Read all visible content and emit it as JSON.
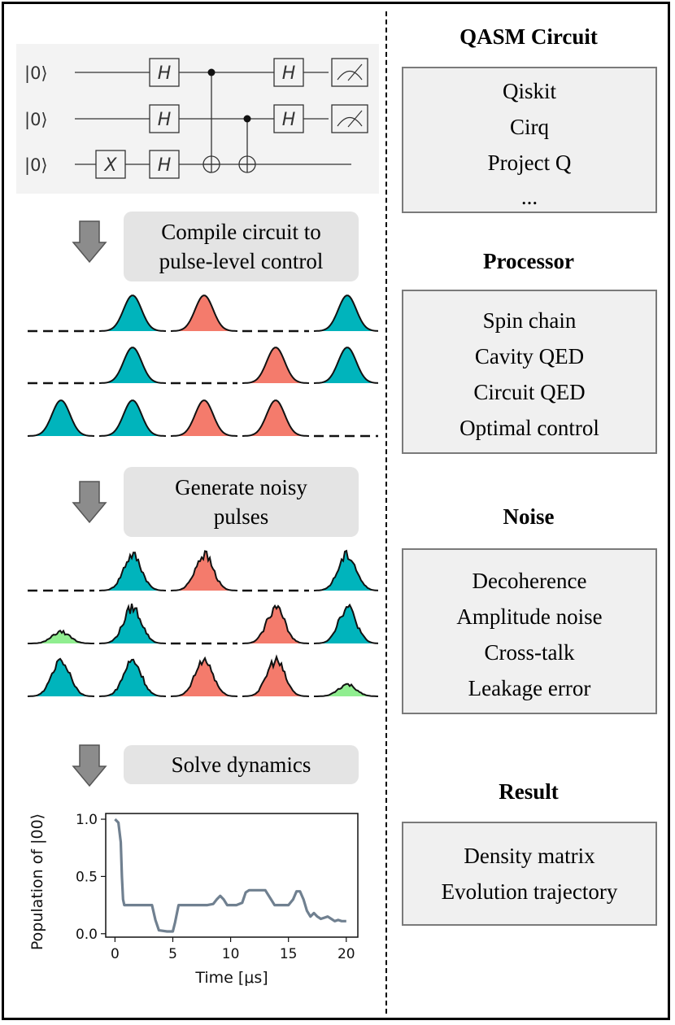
{
  "circuit": {
    "qubit_labels": [
      "|0⟩",
      "|0⟩",
      "|0⟩"
    ],
    "gate_h": "H",
    "gate_x": "X"
  },
  "steps": {
    "compile": [
      "Compile circuit to",
      "pulse-level control"
    ],
    "noise": [
      "Generate noisy",
      "pulses"
    ],
    "solve": [
      "Solve dynamics"
    ]
  },
  "sections": {
    "qasm": {
      "title": "QASM Circuit",
      "items": [
        "Qiskit",
        "Cirq",
        "Project Q",
        "..."
      ]
    },
    "processor": {
      "title": "Processor",
      "items": [
        "Spin chain",
        "Cavity QED",
        "Circuit QED",
        "Optimal control"
      ]
    },
    "noise": {
      "title": "Noise",
      "items": [
        "Decoherence",
        "Amplitude noise",
        "Cross-talk",
        "Leakage error"
      ]
    },
    "result": {
      "title": "Result",
      "items": [
        "Density matrix",
        "Evolution trajectory"
      ]
    }
  },
  "colors": {
    "cyan": "#00b4bc",
    "salmon": "#f47b6c",
    "green": "#90ee90",
    "line": "#708090",
    "box_bg": "#f0f0f0",
    "step_bg": "#e4e4e4"
  },
  "pulses": {
    "clean": [
      [
        "",
        "cyan",
        "salmon",
        "",
        "cyan"
      ],
      [
        "",
        "cyan",
        "",
        "salmon",
        "cyan"
      ],
      [
        "cyan",
        "cyan",
        "salmon",
        "salmon",
        ""
      ]
    ],
    "noisy": [
      [
        "",
        "cyan",
        "salmon",
        "",
        "cyan"
      ],
      [
        "green",
        "cyan",
        "",
        "salmon",
        "cyan"
      ],
      [
        "cyan",
        "cyan",
        "salmon",
        "salmon",
        "green"
      ]
    ]
  },
  "chart_data": {
    "type": "line",
    "xlabel": "Time [μs]",
    "ylabel": "Population of |00⟩",
    "xlim": [
      -0.8,
      21
    ],
    "ylim": [
      -0.03,
      1.05
    ],
    "xticks": [
      0,
      5,
      10,
      15,
      20
    ],
    "yticks": [
      0.0,
      0.5,
      1.0
    ],
    "xtick_labels": [
      "0",
      "5",
      "10",
      "15",
      "20"
    ],
    "ytick_labels": [
      "0.0",
      "0.5",
      "1.0"
    ],
    "grid": false,
    "series": [
      {
        "x": [
          0,
          0.3,
          0.5,
          0.6,
          0.7,
          0.8,
          1.0,
          1.5,
          2.5,
          3.2,
          3.5,
          3.8,
          4.5,
          5.0,
          5.2,
          5.5,
          6.0,
          7.0,
          8.0,
          8.5,
          8.8,
          9.1,
          9.4,
          9.7,
          10.0,
          10.5,
          11.0,
          11.3,
          11.6,
          12.0,
          13.0,
          13.5,
          13.8,
          14.5,
          15.0,
          15.4,
          15.7,
          16.0,
          16.3,
          16.6,
          16.9,
          17.2,
          17.5,
          17.8,
          18.1,
          18.4,
          18.7,
          19.0,
          19.3,
          19.6,
          20.0
        ],
        "y": [
          1.0,
          0.97,
          0.8,
          0.5,
          0.3,
          0.25,
          0.25,
          0.25,
          0.25,
          0.25,
          0.12,
          0.03,
          0.02,
          0.02,
          0.1,
          0.25,
          0.25,
          0.25,
          0.25,
          0.26,
          0.3,
          0.33,
          0.3,
          0.25,
          0.25,
          0.25,
          0.27,
          0.36,
          0.38,
          0.38,
          0.38,
          0.3,
          0.25,
          0.25,
          0.25,
          0.3,
          0.37,
          0.37,
          0.3,
          0.2,
          0.15,
          0.18,
          0.15,
          0.13,
          0.14,
          0.15,
          0.13,
          0.11,
          0.12,
          0.11,
          0.11
        ]
      }
    ]
  }
}
